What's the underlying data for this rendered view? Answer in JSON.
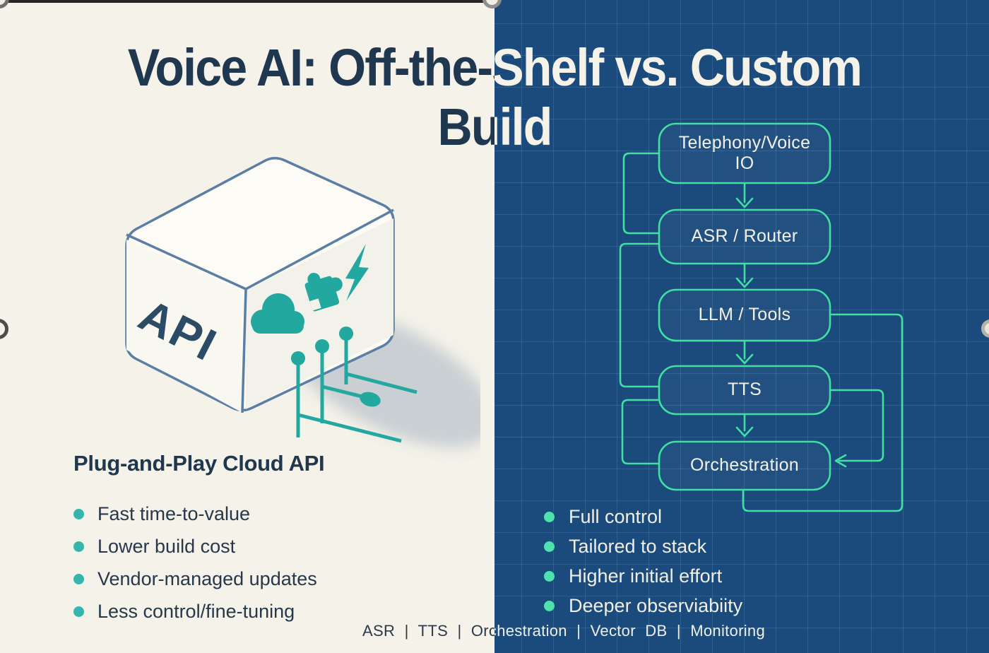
{
  "title": {
    "line1": "Voice AI: Off-the-Shelf vs. Custom",
    "line2": "Build"
  },
  "left_panel": {
    "heading": "Plug-and-Play Cloud API",
    "bullets": [
      "Fast time-to-value",
      "Lower build cost",
      "Vendor-managed updates",
      "Less control/fine-tuning"
    ],
    "box_label": "API"
  },
  "right_panel": {
    "flowchart_nodes": [
      "Telephony/Voice IO",
      "ASR / Router",
      "LLM / Tools",
      "TTS",
      "Orchestration"
    ],
    "bullets": [
      "Full control",
      "Tailored to stack",
      "Higher initial effort",
      "Deeper observiabiity"
    ]
  },
  "footer": {
    "text": "ASR | TTS | Orchestration | Vector DB | Monitoring"
  },
  "palette": {
    "left_background": "#f4f2e9",
    "right_background": "#1b4a7c",
    "grid_line": "#2f639c",
    "accent_mint": "#3fe0a1",
    "accent_teal": "#23a89f",
    "navy_text": "#20384f",
    "light_text": "#f3f1e8"
  }
}
